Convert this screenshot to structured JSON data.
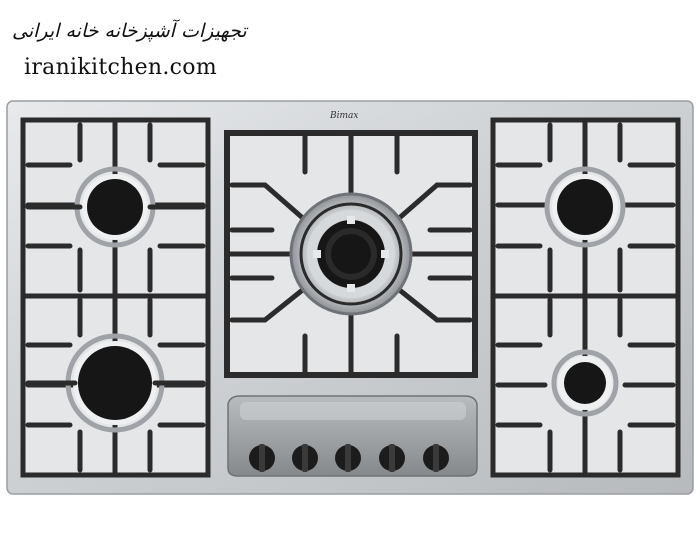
{
  "header": {
    "persian_title": "تجهیزات آشپزخانه خانه ایرانی",
    "site": "iranikitchen.com"
  },
  "product": {
    "brand": "Bimax",
    "burner_count": 5,
    "knob_count": 5
  },
  "colors": {
    "steel": "#c9cccf",
    "steel_dark": "#8e9397",
    "grate": "#2b2b2b",
    "burner_cap": "#161616",
    "ring": "#a9adb1"
  }
}
